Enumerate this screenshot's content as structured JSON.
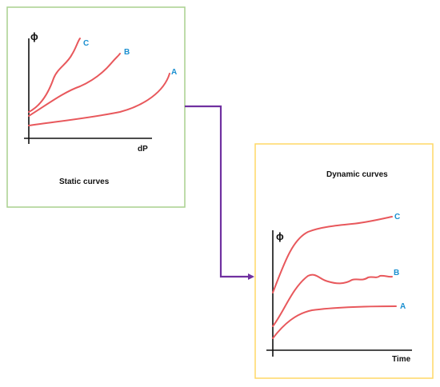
{
  "static_panel": {
    "title": "Static curves",
    "y_axis_label": "ϕ",
    "x_axis_label": "dP",
    "curves": [
      {
        "label": "C"
      },
      {
        "label": "B"
      },
      {
        "label": "A"
      }
    ],
    "border_color": "#a9d18e"
  },
  "dynamic_panel": {
    "title": "Dynamic curves",
    "y_axis_label": "ϕ",
    "x_axis_label": "Time",
    "curves": [
      {
        "label": "C"
      },
      {
        "label": "B"
      },
      {
        "label": "A"
      }
    ],
    "border_color": "#ffd966"
  },
  "colors": {
    "curve": "#e8585c",
    "curve_label": "#1a8fd0",
    "connector": "#7030a0"
  }
}
